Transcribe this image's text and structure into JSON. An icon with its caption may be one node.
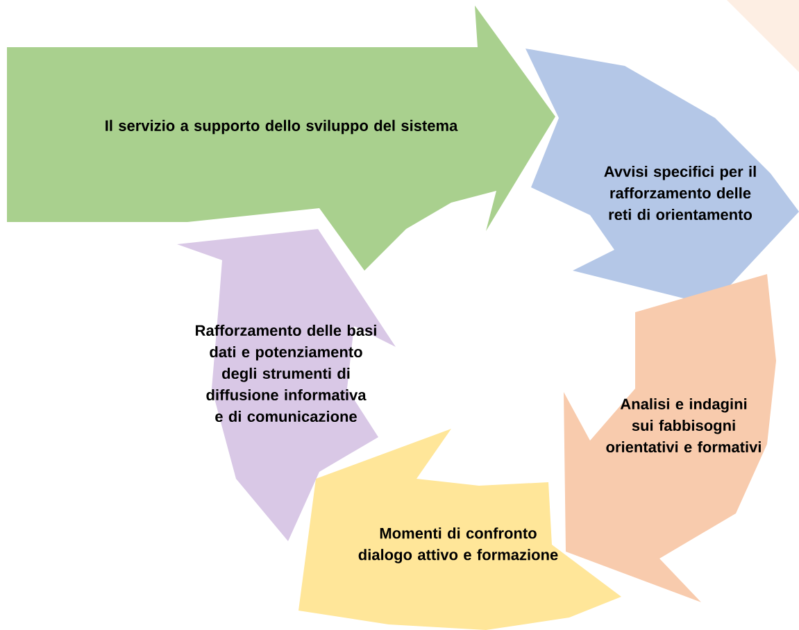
{
  "diagram": {
    "nodes": [
      {
        "text": [
          "Il servizio a supporto dello sviluppo del sistema"
        ]
      },
      {
        "text": [
          "Avvisi specifici per il rafforzamento delle reti di orientamento"
        ]
      },
      {
        "text": [
          "Analisi e indagini sui fabbisogni orientativi e formativi"
        ]
      },
      {
        "text": [
          "Momenti di confronto dialogo attivo e formazione"
        ]
      },
      {
        "text": [
          "Rafforzamento delle basi dati e potenziamento degli strumenti di diffusione informativa e di comunicazione"
        ]
      }
    ]
  }
}
